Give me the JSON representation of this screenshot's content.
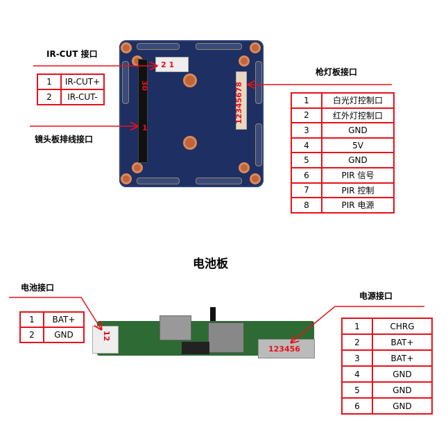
{
  "ircut": {
    "title": "IR-CUT 接口",
    "rows": [
      {
        "n": "1",
        "v": "IR-CUT+"
      },
      {
        "n": "2",
        "v": "IR-CUT-"
      }
    ],
    "connector_marks": "2 1"
  },
  "lens": {
    "title": "镜头板排线接口",
    "marks_top": "30",
    "marks_bottom": "1"
  },
  "flash": {
    "title": "枪灯板接口",
    "connector_marks": "12345678",
    "rows": [
      {
        "n": "1",
        "v": "白光灯控制口"
      },
      {
        "n": "2",
        "v": "红外灯控制口"
      },
      {
        "n": "3",
        "v": "GND"
      },
      {
        "n": "4",
        "v": "5V"
      },
      {
        "n": "5",
        "v": "GND"
      },
      {
        "n": "6",
        "v": "PIR 信号"
      },
      {
        "n": "7",
        "v": "PIR 控制"
      },
      {
        "n": "8",
        "v": "PIR 电源"
      }
    ]
  },
  "battery_board": {
    "title": "电池板",
    "battery_port": {
      "title": "电池接口",
      "connector_marks": "12",
      "rows": [
        {
          "n": "1",
          "v": "BAT+"
        },
        {
          "n": "2",
          "v": "GND"
        }
      ]
    },
    "power_port": {
      "title": "电源接口",
      "connector_marks": "123456",
      "rows": [
        {
          "n": "1",
          "v": "CHRG"
        },
        {
          "n": "2",
          "v": "BAT+"
        },
        {
          "n": "3",
          "v": "BAT+"
        },
        {
          "n": "4",
          "v": "GND"
        },
        {
          "n": "5",
          "v": "GND"
        },
        {
          "n": "6",
          "v": "GND"
        }
      ]
    }
  },
  "colors": {
    "annotation": "#e8101a",
    "pcb_blue": "#1d2f63",
    "pcb_green": "#2e6b34"
  }
}
